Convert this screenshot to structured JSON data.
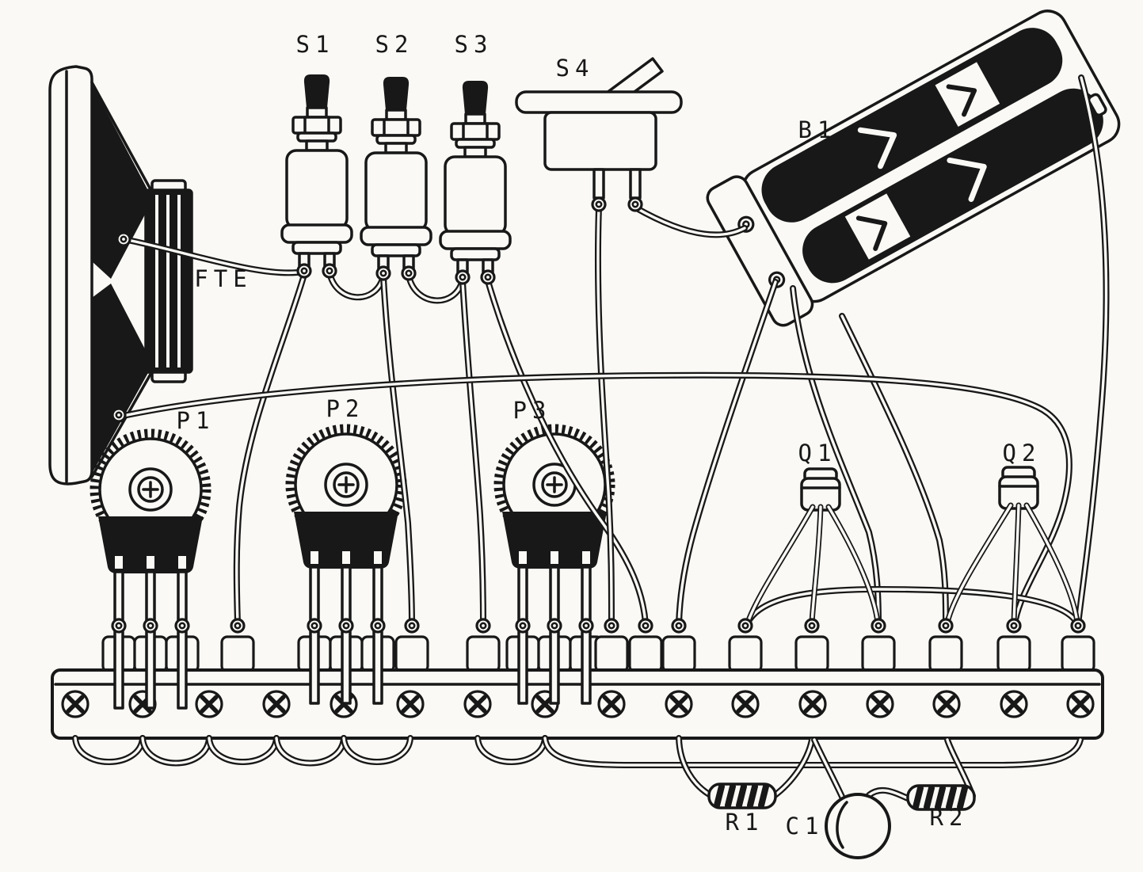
{
  "diagram": {
    "type": "pictorial-wiring-diagram",
    "components": {
      "fte": {
        "label": "FTE"
      },
      "s1": {
        "label": "S1"
      },
      "s2": {
        "label": "S2"
      },
      "s3": {
        "label": "S3"
      },
      "s4": {
        "label": "S4"
      },
      "b1": {
        "label": "B1"
      },
      "p1": {
        "label": "P1"
      },
      "p2": {
        "label": "P2"
      },
      "p3": {
        "label": "P3"
      },
      "q1": {
        "label": "Q1"
      },
      "q2": {
        "label": "Q2"
      },
      "r1": {
        "label": "R1"
      },
      "c1": {
        "label": "C1"
      },
      "r2": {
        "label": "R2"
      }
    },
    "colors": {
      "ink": "#181818",
      "paper": "#faf9f5"
    }
  }
}
